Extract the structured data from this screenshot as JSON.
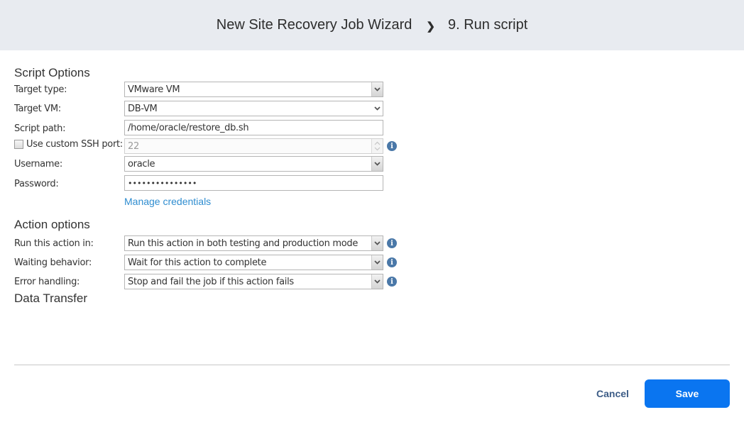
{
  "header": {
    "wizard_title": "New Site Recovery Job Wizard",
    "separator": "❯",
    "step_title": "9. Run script",
    "background_color": "#e8ebf0"
  },
  "script_options": {
    "section_title": "Script Options",
    "target_type": {
      "label": "Target type:",
      "value": "VMware VM"
    },
    "target_vm": {
      "label": "Target VM:",
      "value": "DB-VM"
    },
    "script_path": {
      "label": "Script path:",
      "value": "/home/oracle/restore_db.sh"
    },
    "custom_ssh_port": {
      "label": "Use custom SSH port:",
      "checked": false,
      "value": "22"
    },
    "username": {
      "label": "Username:",
      "value": "oracle"
    },
    "password": {
      "label": "Password:",
      "value": "•••••••••••••••"
    },
    "manage_credentials_link": "Manage credentials"
  },
  "action_options": {
    "section_title": "Action options",
    "run_action_in": {
      "label": "Run this action in:",
      "value": "Run this action in both testing and production mode"
    },
    "waiting_behavior": {
      "label": "Waiting behavior:",
      "value": "Wait for this action to complete"
    },
    "error_handling": {
      "label": "Error handling:",
      "value": "Stop and fail the job if this action fails"
    }
  },
  "data_transfer": {
    "section_title": "Data Transfer"
  },
  "footer": {
    "cancel_label": "Cancel",
    "save_label": "Save",
    "save_color": "#0a75f0",
    "link_color": "#2f8dd0"
  },
  "icons": {
    "info": "i",
    "dropdown": "chevron-down",
    "spinner": "up-down-arrows"
  }
}
